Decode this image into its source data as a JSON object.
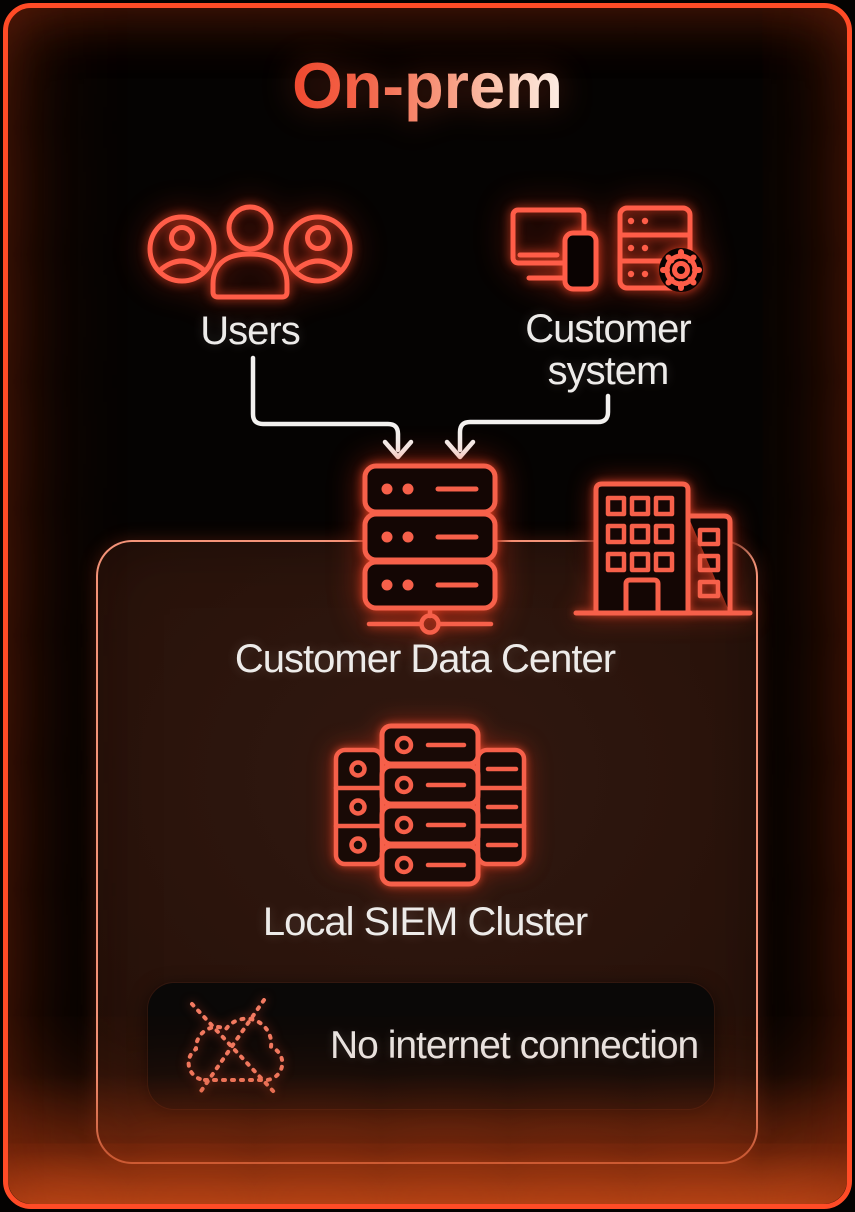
{
  "title": "On-prem",
  "diagram": {
    "users": {
      "label": "Users",
      "icon": "users-icon"
    },
    "customer_system": {
      "label": "Customer system",
      "icon": "devices-and-server-icon"
    },
    "data_center": {
      "label": "Customer Data Center",
      "server_icon": "server-stack-icon",
      "building_icon": "office-building-icon"
    },
    "siem": {
      "label": "Local SIEM Cluster",
      "icon": "server-cluster-icon"
    },
    "no_internet": {
      "label": "No internet connection",
      "icon": "cloud-offline-icon"
    }
  },
  "colors": {
    "frame_border": "#ff4b26",
    "neon_stroke": "#ff5f49",
    "container_border": "#ff9c80",
    "container_bg": "#271109",
    "badge_bg": "#0a0807",
    "label_text": "#edebe9",
    "arrow": "#f3f1ef",
    "title_gradient_start": "#f14a30",
    "title_gradient_end": "#fdeee4"
  }
}
